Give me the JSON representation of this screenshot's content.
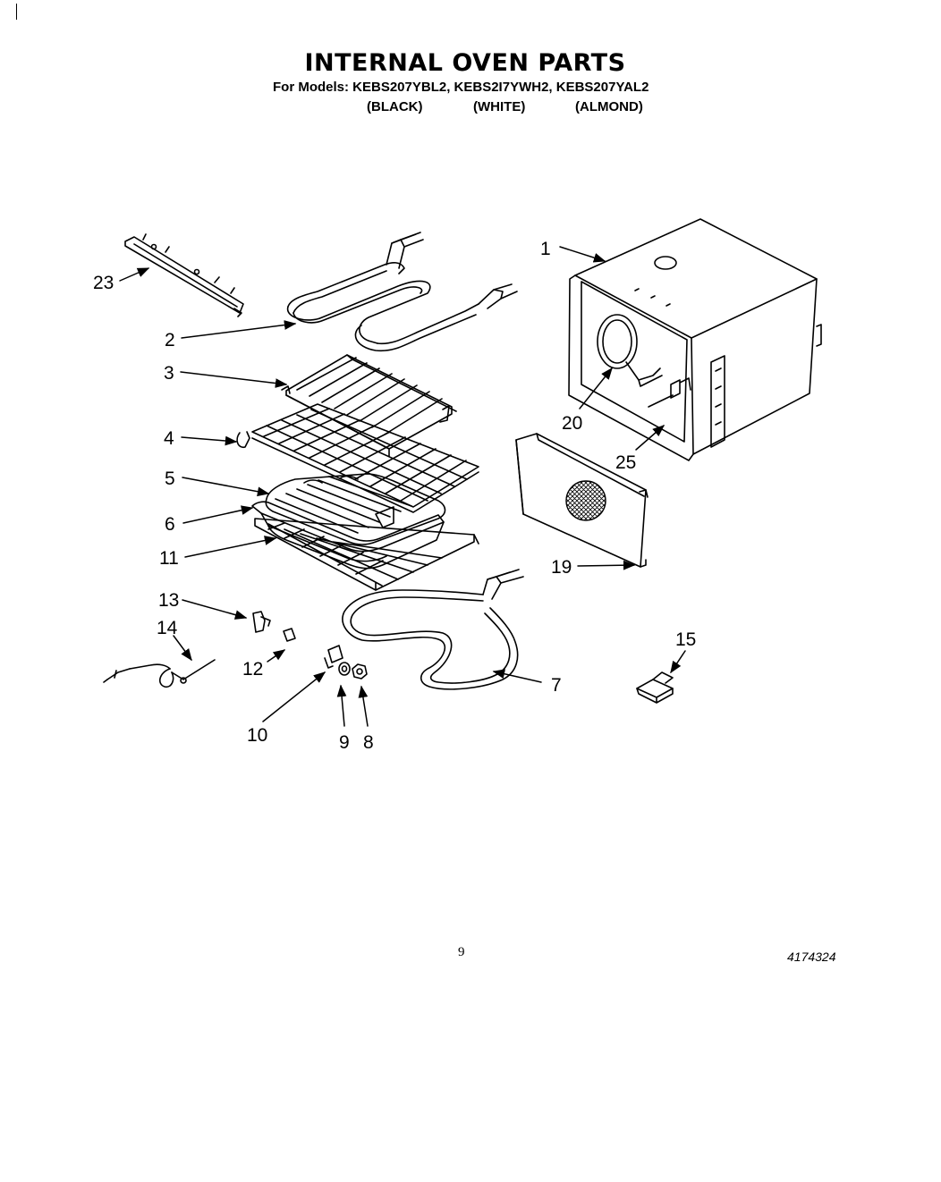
{
  "header": {
    "title": "INTERNAL OVEN PARTS",
    "models_line": "For Models: KEBS207YBL2, KEBS2I7YWH2, KEBS207YAL2",
    "colors": [
      "(BLACK)",
      "(WHITE)",
      "(ALMOND)"
    ]
  },
  "callouts": {
    "c1": "1",
    "c2": "2",
    "c3": "3",
    "c4": "4",
    "c5": "5",
    "c6": "6",
    "c7": "7",
    "c8": "8",
    "c9": "9",
    "c10": "10",
    "c11": "11",
    "c12": "12",
    "c13": "13",
    "c14": "14",
    "c15": "15",
    "c19": "19",
    "c20": "20",
    "c23": "23",
    "c25": "25"
  },
  "footer": {
    "page_number": "9",
    "part_number": "4174324"
  }
}
